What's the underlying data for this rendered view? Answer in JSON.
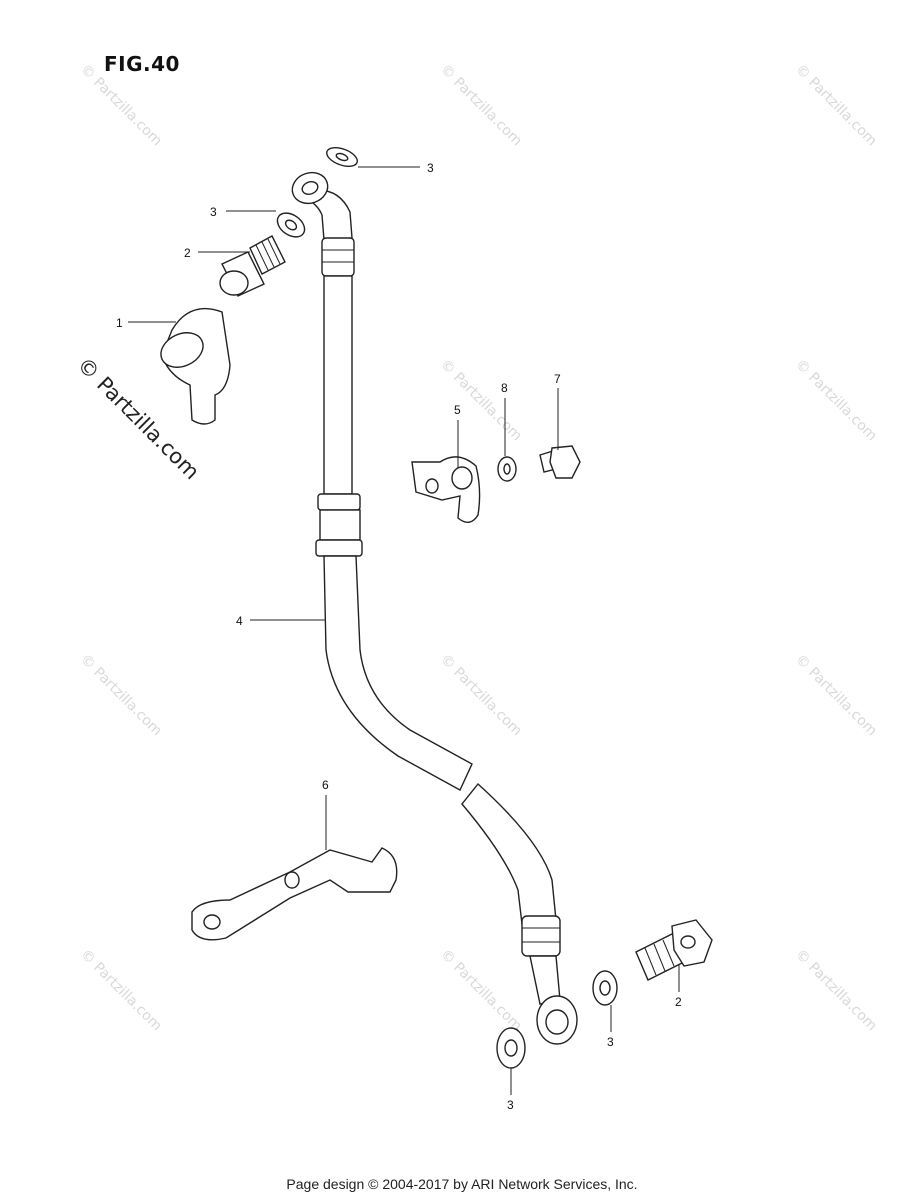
{
  "figure": {
    "title": "FIG.40"
  },
  "watermark": {
    "text": "© Partzilla.com",
    "large_text": "© Partzilla.com",
    "color": "#d8d8d8"
  },
  "callouts": {
    "c1": "1",
    "c2_top": "2",
    "c3_top_right": "3",
    "c3_top_left": "3",
    "c4": "4",
    "c5": "5",
    "c6": "6",
    "c7": "7",
    "c8": "8",
    "c2_bottom": "2",
    "c3_bottom_right": "3",
    "c3_bottom_center": "3"
  },
  "footer": {
    "text": "Page design © 2004-2017 by ARI Network Services, Inc."
  }
}
